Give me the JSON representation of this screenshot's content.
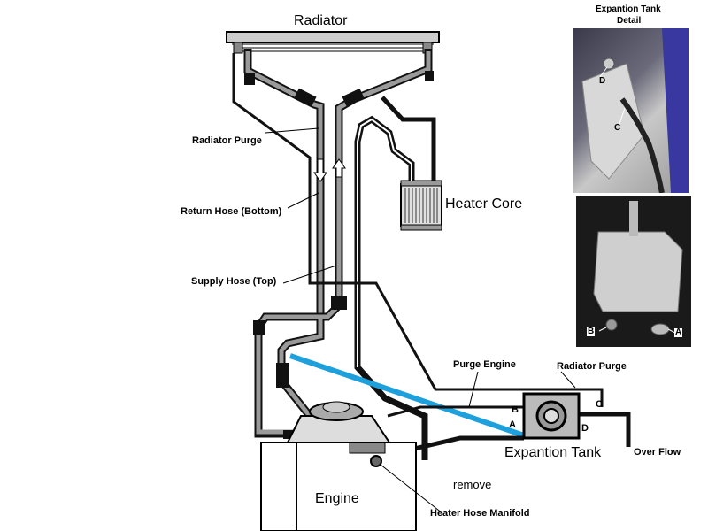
{
  "labels": {
    "radiator": "Radiator",
    "heater_core": "Heater Core",
    "radiator_purge_left": "Radiator Purge",
    "return_hose": "Return Hose (Bottom)",
    "supply_hose": "Supply  Hose (Top)",
    "purge_engine": "Purge Engine",
    "radiator_purge_right": "Radiator Purge",
    "expansion_tank": "Expantion Tank",
    "over_flow": "Over Flow",
    "remove": "remove",
    "engine": "Engine",
    "heater_hose_manifold": "Heater Hose Manifold",
    "port_a": "A",
    "port_b": "B",
    "port_c": "C",
    "port_d": "D"
  },
  "detail": {
    "title_line1": "Expantion Tank",
    "title_line2": "Detail",
    "photo1_labels": {
      "d": "D",
      "c": "C"
    },
    "photo2_labels": {
      "b": "B",
      "a": "A"
    }
  },
  "colors": {
    "hose_black": "#111111",
    "hose_gray": "#9a9a9a",
    "highlight_line": "#1ea0dc",
    "photo_bg": "#2a2a2a"
  }
}
